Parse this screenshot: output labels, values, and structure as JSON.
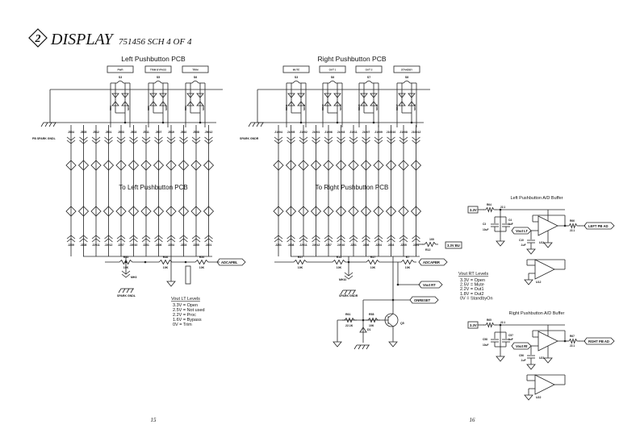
{
  "header": {
    "sheet_number": "2",
    "title": "DISPLAY",
    "subtitle": "751456 SCH 4 OF 4"
  },
  "left": {
    "title": "Left Pushbutton PCB",
    "buttons": [
      {
        "label": "PWR",
        "ref": "S3"
      },
      {
        "label": "TRIM BYPASS",
        "ref": "S5"
      },
      {
        "label": "TRIM",
        "ref": "S6"
      }
    ],
    "diodes": [
      "SD3",
      "SD4",
      "SD5",
      "SD6",
      "SD1",
      "SD2"
    ],
    "ground_label": "PB SPARK GNDL",
    "top_connectors": [
      "J504",
      "J505",
      "J512",
      "J501",
      "J503",
      "J503",
      "J511",
      "J507",
      "J519",
      "J510",
      "J508",
      "J5012"
    ],
    "mid_title": "To Left Pushbutton PCB",
    "bottom_connectors": [
      "J209",
      "J208",
      "J2011",
      "J2012",
      "J207",
      "J2010",
      "J201",
      "J206",
      "J204",
      "J203",
      "J205",
      "J201"
    ],
    "resistors": [
      {
        "ref": "R55",
        "value": "10K"
      },
      {
        "ref": "R46",
        "value": "10K"
      },
      {
        "ref": "R50",
        "value": "10K"
      }
    ],
    "output_tag": "ADCAPBL",
    "mounting_hole": "MH3",
    "spark_ground": "SPARK GNDL",
    "levels": {
      "title": "Vout LT Levels",
      "rows": [
        "3.3V = Open",
        "2.5V = Not used",
        "2.2V = Proc",
        "1.6V = Bypass",
        "0V = Trim"
      ]
    }
  },
  "right": {
    "title": "Right Pushbutton PCB",
    "buttons": [
      {
        "label": "MUTE",
        "ref": "S3"
      },
      {
        "label": "OUT 1",
        "ref": "S6"
      },
      {
        "label": "OUT 2",
        "ref": "S7"
      },
      {
        "label": "STANDBY",
        "ref": "S8"
      }
    ],
    "diodes": [
      "SD11",
      "SD12",
      "SD13",
      "SD14",
      "SD15",
      "SD16",
      "SD17",
      "SD18"
    ],
    "ground_label": "SPARK GNDR",
    "top_connectors": [
      "J1004",
      "J1005",
      "J1002",
      "J1001",
      "J1006",
      "J1003",
      "J1011",
      "J1007",
      "J1009",
      "J10010",
      "J1008",
      "J10012"
    ],
    "mid_title": "To Right Pushbutton PCB",
    "bottom_connectors": [
      "J201",
      "J208",
      "J2011",
      "J2012",
      "J207",
      "J2010",
      "J201",
      "J206",
      "J204",
      "J203",
      "J205",
      "J201"
    ],
    "resistors": [
      {
        "ref": "R57",
        "value": "10K"
      },
      {
        "ref": "R13",
        "value": "10K"
      },
      {
        "ref": "R47",
        "value": "10K"
      },
      {
        "ref": "R7",
        "value": "10K"
      }
    ],
    "output_tag": "ADCAPBR",
    "mounting_hole": "MH10",
    "spark_ground": "SPARK GNDR",
    "pullup": {
      "ref": "R12",
      "value": "100",
      "supply": "3.3V BU"
    },
    "vout_tag": "Vout RT",
    "reset_tag": "ONRESET",
    "r61": {
      "ref": "R61",
      "value": "22.1K"
    },
    "r58": {
      "ref": "R58",
      "value": "10K"
    },
    "diode": "D1",
    "transistor": "Q5",
    "levels": {
      "title": "Vout RT Levels",
      "rows": [
        "3.3V = Open",
        "2.5V = Mute",
        "2.2V = Out1",
        "1.8V = Out2",
        "0V = StandbyOn"
      ]
    }
  },
  "buffers": [
    {
      "title": "Left Pushbutton A/D Buffer",
      "supply": "3.3V",
      "r_in": {
        "ref": "R64",
        "value": "22.1"
      },
      "caps": [
        {
          "ref": "C3",
          "value": "10uF"
        },
        {
          "ref": "C4",
          "value": "1uF"
        },
        {
          "ref": "C10",
          "value": ".1uF"
        }
      ],
      "input": "Vout LT",
      "u1": "U11",
      "r_out": {
        "ref": "R66",
        "value": "22.1"
      },
      "output": "LEFT PB AD",
      "u2": "U12"
    },
    {
      "title": "Right Pushbutton A/D Buffer",
      "supply": "3.3V",
      "r_in": {
        "ref": "R65",
        "value": "22.1"
      },
      "caps": [
        {
          "ref": "C58",
          "value": "10uF"
        },
        {
          "ref": "C57",
          "value": "1uF"
        },
        {
          "ref": "C56",
          "value": ".1uF"
        }
      ],
      "input": "Vout Rt",
      "u1": "U21",
      "r_out": {
        "ref": "R67",
        "value": "22.1"
      },
      "output": "RGHT PB AD",
      "u2": "U22"
    }
  ],
  "pages": [
    "15",
    "16"
  ]
}
